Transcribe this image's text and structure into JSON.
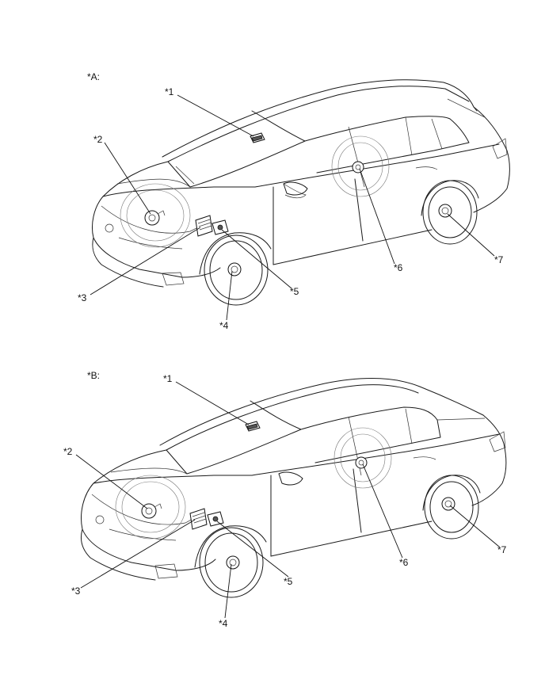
{
  "views": [
    {
      "id": "A",
      "title": "*A:",
      "callouts": [
        "*1",
        "*2",
        "*3",
        "*4",
        "*5",
        "*6",
        "*7"
      ]
    },
    {
      "id": "B",
      "title": "*B:",
      "callouts": [
        "*1",
        "*2",
        "*3",
        "*4",
        "*5",
        "*6",
        "*7"
      ]
    }
  ]
}
